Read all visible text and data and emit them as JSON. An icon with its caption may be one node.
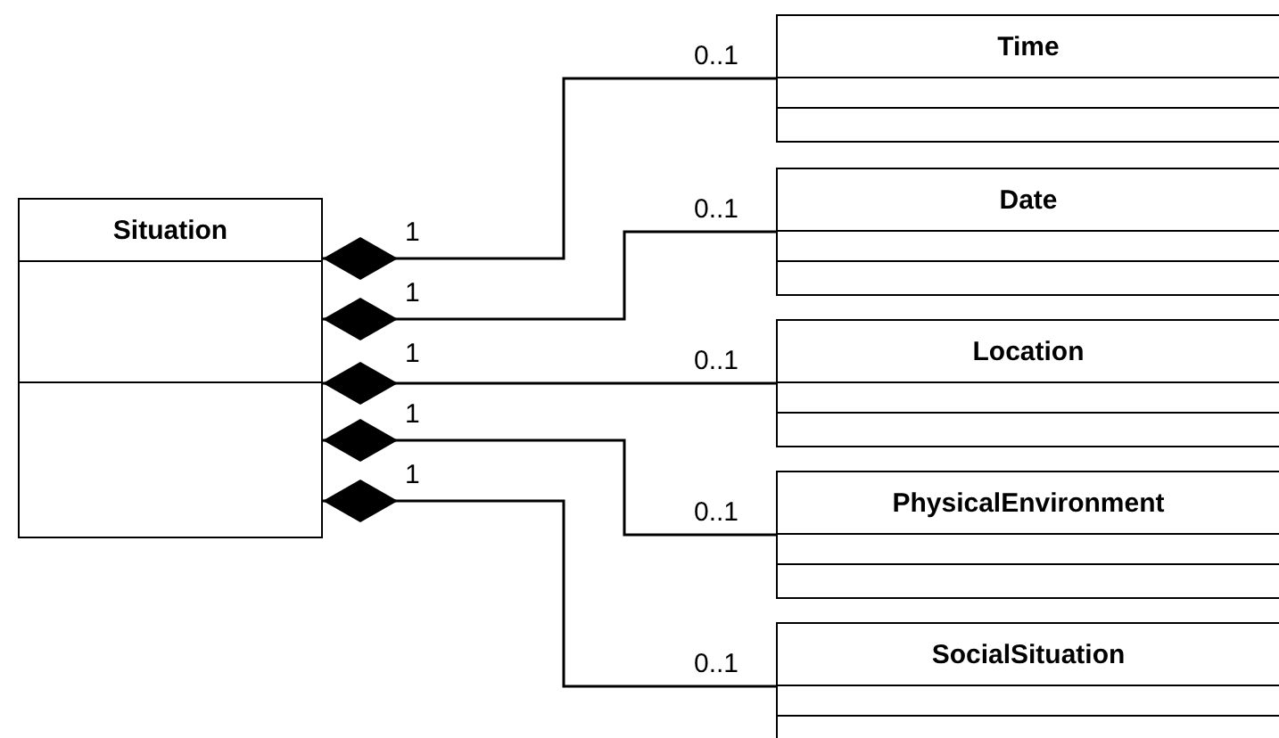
{
  "diagram": {
    "nodes": [
      {
        "text": [
          "Situation"
        ]
      },
      {
        "text": [
          "Time"
        ]
      },
      {
        "text": [
          "Date"
        ]
      },
      {
        "text": [
          "Location"
        ]
      },
      {
        "text": [
          "PhysicalEnvironment"
        ]
      },
      {
        "text": [
          "SocialSituation"
        ]
      }
    ],
    "edges": [
      {
        "from": 0,
        "to": 1,
        "arrow": "other"
      },
      {
        "from": 0,
        "to": 2,
        "arrow": "other"
      },
      {
        "from": 0,
        "to": 3,
        "arrow": "other"
      },
      {
        "from": 0,
        "to": 4,
        "arrow": "other"
      },
      {
        "from": 0,
        "to": 5,
        "arrow": "other"
      }
    ],
    "labels": [
      "0..1",
      "0..1",
      "1",
      "1",
      "1",
      "0..1",
      "1",
      "1",
      "0..1",
      "0..1"
    ]
  }
}
